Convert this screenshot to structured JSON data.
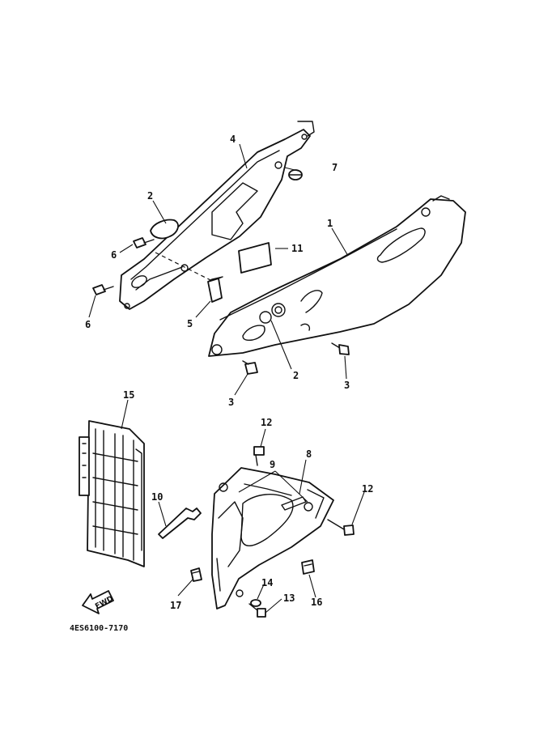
{
  "diagram": {
    "callouts": {
      "c1": "1",
      "c2a": "2",
      "c2b": "2",
      "c3a": "3",
      "c3b": "3",
      "c4": "4",
      "c5": "5",
      "c6a": "6",
      "c6b": "6",
      "c7": "7",
      "c8": "8",
      "c9": "9",
      "c10": "10",
      "c11": "11",
      "c12a": "12",
      "c12b": "12",
      "c13": "13",
      "c14": "14",
      "c15": "15",
      "c16": "16",
      "c17": "17"
    },
    "forward_arrow_label": "FWD",
    "drawing_code": "4ES6100-7170"
  }
}
